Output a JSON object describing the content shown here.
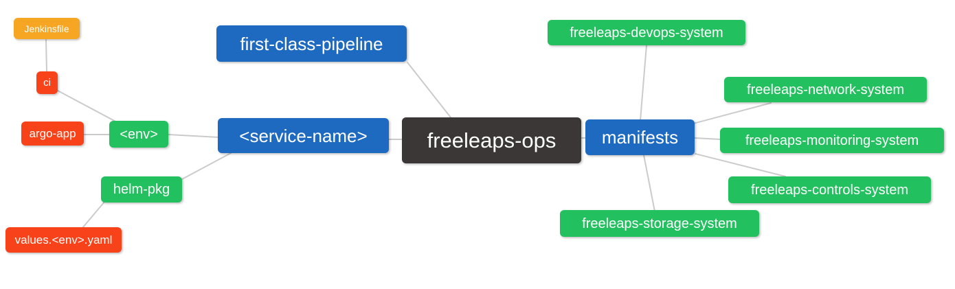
{
  "diagram": {
    "type": "mindmap",
    "root": "freeleaps-ops"
  },
  "palette": {
    "blue": "#1e6ac1",
    "green": "#22c05e",
    "red": "#f8431a",
    "orange": "#f6a623",
    "dark": "#3a3736",
    "edge": "#cbcbcb",
    "node_text": "#ffffff",
    "background": "#ffffff"
  },
  "nodes": {
    "jenkinsfile": {
      "label": "Jenkinsfile",
      "color": "orange"
    },
    "ci": {
      "label": "ci",
      "color": "red"
    },
    "argo_app": {
      "label": "argo-app",
      "color": "red"
    },
    "env": {
      "label": "<env>",
      "color": "green"
    },
    "helm_pkg": {
      "label": "helm-pkg",
      "color": "green"
    },
    "values_env_yaml": {
      "label": "values.<env>.yaml",
      "color": "red"
    },
    "first_class_pipeline": {
      "label": "first-class-pipeline",
      "color": "blue"
    },
    "service_name": {
      "label": "<service-name>",
      "color": "blue"
    },
    "freeleaps_ops": {
      "label": "freeleaps-ops",
      "color": "dark"
    },
    "manifests": {
      "label": "manifests",
      "color": "blue"
    },
    "devops_system": {
      "label": "freeleaps-devops-system",
      "color": "green"
    },
    "network_system": {
      "label": "freeleaps-network-system",
      "color": "green"
    },
    "monitoring_system": {
      "label": "freeleaps-monitoring-system",
      "color": "green"
    },
    "controls_system": {
      "label": "freeleaps-controls-system",
      "color": "green"
    },
    "storage_system": {
      "label": "freeleaps-storage-system",
      "color": "green"
    }
  },
  "connections": [
    {
      "from": "Jenkinsfile",
      "to": "ci"
    },
    {
      "from": "ci",
      "to": "<env>"
    },
    {
      "from": "argo-app",
      "to": "<env>"
    },
    {
      "from": "<env>",
      "to": "<service-name>"
    },
    {
      "from": "helm-pkg",
      "to": "<service-name>"
    },
    {
      "from": "values.<env>.yaml",
      "to": "helm-pkg"
    },
    {
      "from": "<service-name>",
      "to": "freeleaps-ops"
    },
    {
      "from": "first-class-pipeline",
      "to": "freeleaps-ops"
    },
    {
      "from": "freeleaps-ops",
      "to": "manifests"
    },
    {
      "from": "manifests",
      "to": "freeleaps-devops-system"
    },
    {
      "from": "manifests",
      "to": "freeleaps-network-system"
    },
    {
      "from": "manifests",
      "to": "freeleaps-monitoring-system"
    },
    {
      "from": "manifests",
      "to": "freeleaps-controls-system"
    },
    {
      "from": "manifests",
      "to": "freeleaps-storage-system"
    }
  ]
}
